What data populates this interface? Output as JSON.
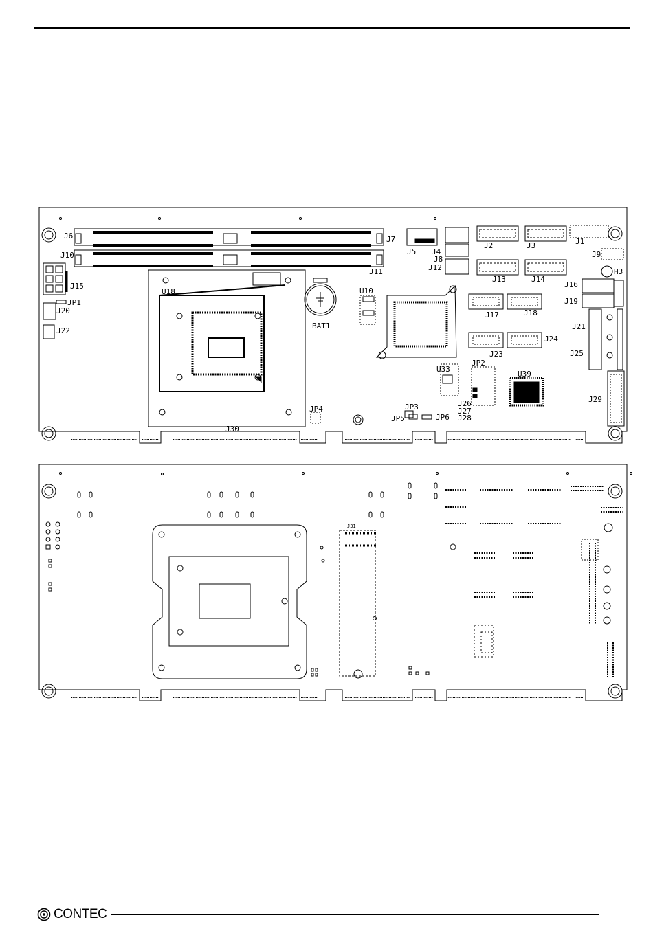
{
  "brand": {
    "name": "CONTEC"
  },
  "top_board": {
    "labels": {
      "J6": "J6",
      "J7": "J7",
      "J10": "J10",
      "J11": "J11",
      "J15": "J15",
      "JP1": "JP1",
      "J20": "J20",
      "J22": "J22",
      "U18": "U18",
      "BAT1": "BAT1",
      "U10": "U10",
      "J5": "J5",
      "J4": "J4",
      "J8": "J8",
      "J12": "J12",
      "J2": "J2",
      "J3": "J3",
      "J1": "J1",
      "J9": "J9",
      "H3": "H3",
      "J13": "J13",
      "J14": "J14",
      "J16": "J16",
      "J19": "J19",
      "J17": "J17",
      "J18": "J18",
      "J21": "J21",
      "J24": "J24",
      "J23": "J23",
      "J25": "J25",
      "U33": "U33",
      "JP2": "JP2",
      "U39": "U39",
      "J26": "J26",
      "J27": "J27",
      "J28": "J28",
      "J29": "J29",
      "JP3": "JP3",
      "JP4": "JP4",
      "JP5": "JP5",
      "JP6": "JP6",
      "J30": "J30"
    }
  },
  "bottom_board": {
    "labels": {
      "J31": "J31"
    }
  },
  "colors": {
    "line": "#000000",
    "background": "#ffffff",
    "fill_dark": "#111111",
    "fill_grey": "#888888"
  }
}
